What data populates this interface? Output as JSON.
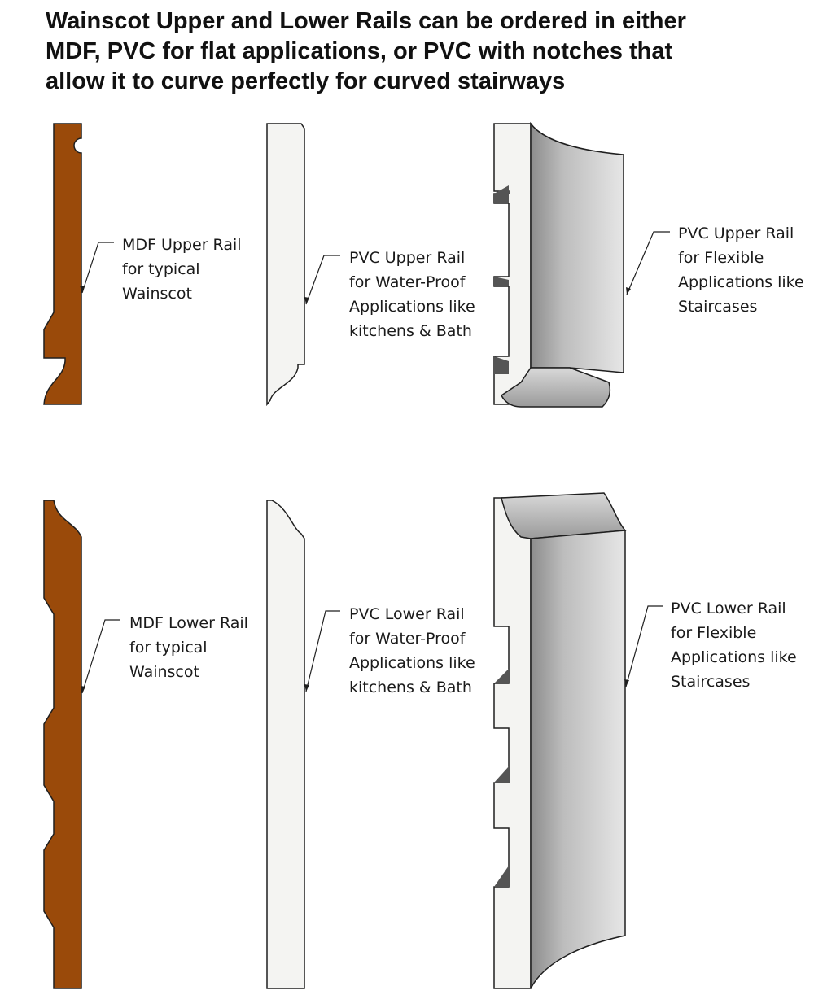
{
  "title": {
    "lines": [
      "Wainscot Upper and Lower Rails can be ordered in either",
      "MDF, PVC for flat applications, or PVC with notches that",
      "allow it to curve perfectly for curved stairways"
    ]
  },
  "rails": {
    "mdf_upper": {
      "lines": [
        "MDF Upper Rail",
        "for typical",
        "Wainscot"
      ]
    },
    "pvc_upper": {
      "lines": [
        "PVC Upper Rail",
        "for Water-Proof",
        "Applications like",
        "kitchens & Bath"
      ]
    },
    "flex_upper": {
      "lines": [
        "PVC Upper Rail",
        "for Flexible",
        "Applications like",
        "Staircases"
      ]
    },
    "mdf_lower": {
      "lines": [
        "MDF Lower Rail",
        "for typical",
        "Wainscot"
      ]
    },
    "pvc_lower": {
      "lines": [
        "PVC Lower Rail",
        "for Water-Proof",
        "Applications like",
        "kitchens & Bath"
      ]
    },
    "flex_lower": {
      "lines": [
        "PVC Lower Rail",
        "for Flexible",
        "Applications like",
        "Staircases"
      ]
    }
  },
  "colors": {
    "mdf": "#9a4a0a",
    "pvc": "#f4f4f2",
    "flex_face": "#b8b8b8",
    "outline": "#1f1f1f"
  }
}
